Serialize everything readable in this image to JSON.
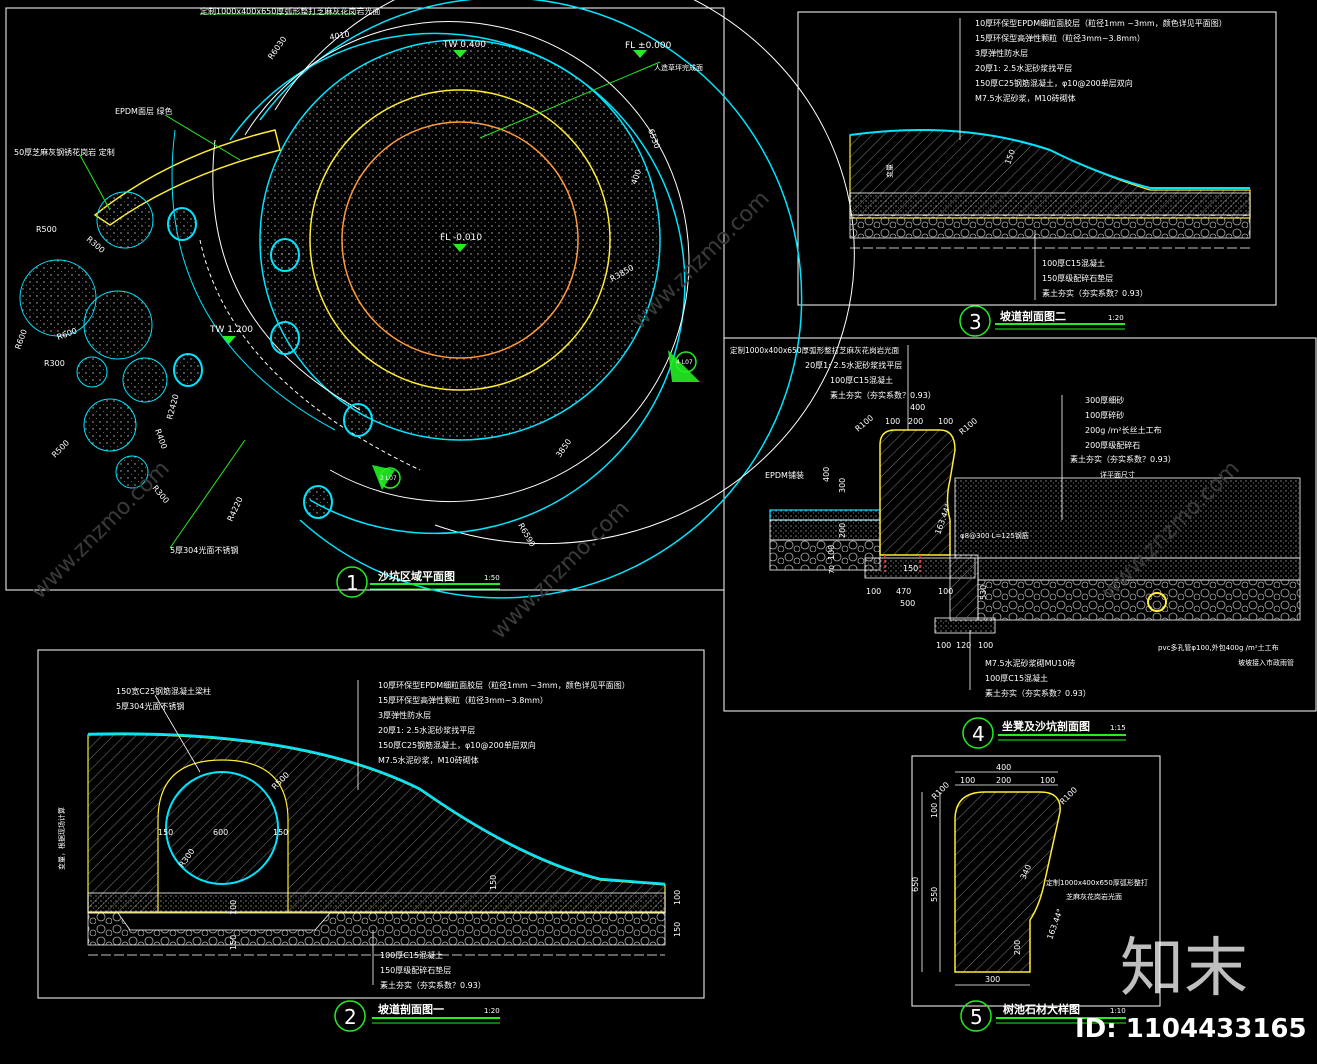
{
  "panel1": {
    "number": "1",
    "title": "沙坑区域平面图",
    "scale": "1:50",
    "labels": {
      "top_callout": "定制1000x400x650厚弧形整打芝麻灰花岗岩光面",
      "fl_top": "FL ±0.000",
      "fl_top_sub": "人造草坪完成面",
      "fl_center": "FL -0.010",
      "tw_top": "TW 0.400",
      "tw_mid": "TW 1.200",
      "epdm": "EPDM面层 绿色",
      "seat": "50厚芝麻灰钢锈花岗岩 定制",
      "steel": "5厚304光面不锈钢",
      "ref4": "4 L07",
      "ref2": "2 L07"
    },
    "dims": [
      "4010",
      "R6030",
      "6530",
      "400",
      "R3850",
      "3850",
      "R6590",
      "R4220",
      "R2420",
      "R400",
      "R500",
      "R300",
      "R600",
      "R600",
      "R300",
      "R500",
      "R300"
    ]
  },
  "panel2": {
    "number": "2",
    "title": "坡道剖面图一",
    "scale": "1:20",
    "layers": [
      "10厚环保型EPDM细粒面胶层（粒径1mm ~3mm，颜色详见平面图）",
      "15厚环保型高弹性颗粒（粒径3mm~3.8mm）",
      "3厚弹性防水层",
      "20厚1: 2.5水泥砂浆找平层",
      "150厚C25钢筋混凝土，φ10@200单层双向",
      "M7.5水泥砂浆，M10砖砌体"
    ],
    "callout_a": "150宽C25钢筋混凝土梁柱",
    "callout_b": "5厚304光面不锈钢",
    "bottom": [
      "100厚C15混凝土",
      "150厚级配碎石垫层",
      "素土夯实（夯实系数？0.93）"
    ],
    "side_text": "变量，根据现场计算",
    "dims": [
      "150",
      "600",
      "150",
      "R300",
      "R500",
      "150",
      "100",
      "150",
      "150",
      "100"
    ]
  },
  "panel3": {
    "number": "3",
    "title": "坡道剖面图二",
    "scale": "1:20",
    "layers": [
      "10厚环保型EPDM细粒面胶层（粒径1mm ~3mm，颜色详见平面图）",
      "15厚环保型高弹性颗粒（粒径3mm~3.8mm）",
      "3厚弹性防水层",
      "20厚1: 2.5水泥砂浆找平层",
      "150厚C25钢筋混凝土，φ10@200单层双向",
      "M7.5水泥砂浆，M10砖砌体"
    ],
    "bottom": [
      "100厚C15混凝土",
      "150厚级配碎石垫层",
      "素土夯实（夯实系数？0.93）"
    ],
    "dims": [
      "150"
    ],
    "side_text": "变量"
  },
  "panel4": {
    "number": "4",
    "title": "坐凳及沙坑剖面图",
    "scale": "1:15",
    "top_left": [
      "定制1000x400x650厚弧形整打芝麻灰花岗岩光面",
      "20厚1: 2.5水泥砂浆找平层",
      "100厚C15混凝土",
      "素土夯实（夯实系数？0.93）"
    ],
    "right": [
      "300厚细砂",
      "100厚碎砂",
      "200g /m²长丝土工布",
      "200厚级配碎石",
      "素土夯实（夯实系数？0.93）",
      "详平面尺寸"
    ],
    "bottom": [
      "M7.5水泥砂浆砌MU10砖",
      "100厚C15混凝土",
      "素土夯实（夯实系数？0.93）"
    ],
    "epdm": "EPDM铺装",
    "rebar": "φ8@300 L=125钢筋",
    "pipe": "pvc多孔管φ100,外包400g /m²土工布",
    "pipe_sub": "坡坡接入市政雨管",
    "dims": [
      "400",
      "100",
      "200",
      "100",
      "R100",
      "R100",
      "400",
      "300",
      "200",
      "100",
      "70",
      "163.44°",
      "150",
      "470",
      "500",
      "100",
      "100",
      "100",
      "120",
      "100",
      "530"
    ]
  },
  "panel5": {
    "number": "5",
    "title": "树池石材大样图",
    "scale": "1:10",
    "callout": "定制1000x400x650厚弧形整打",
    "callout2": "芝麻灰花岗岩光面",
    "dims": [
      "400",
      "100",
      "200",
      "100",
      "R100",
      "R100",
      "100",
      "650",
      "550",
      "200",
      "340",
      "300",
      "163.44°"
    ]
  },
  "watermark": {
    "brand": "知末",
    "site": "www.znzmo.com",
    "id": "ID: 1104433165"
  },
  "colors": {
    "frame": "#ffffff",
    "cyan": "#00e5ff",
    "yellow": "#ffee33",
    "green": "#22ee22",
    "red": "#ff3333",
    "orange": "#ff9a3c"
  }
}
